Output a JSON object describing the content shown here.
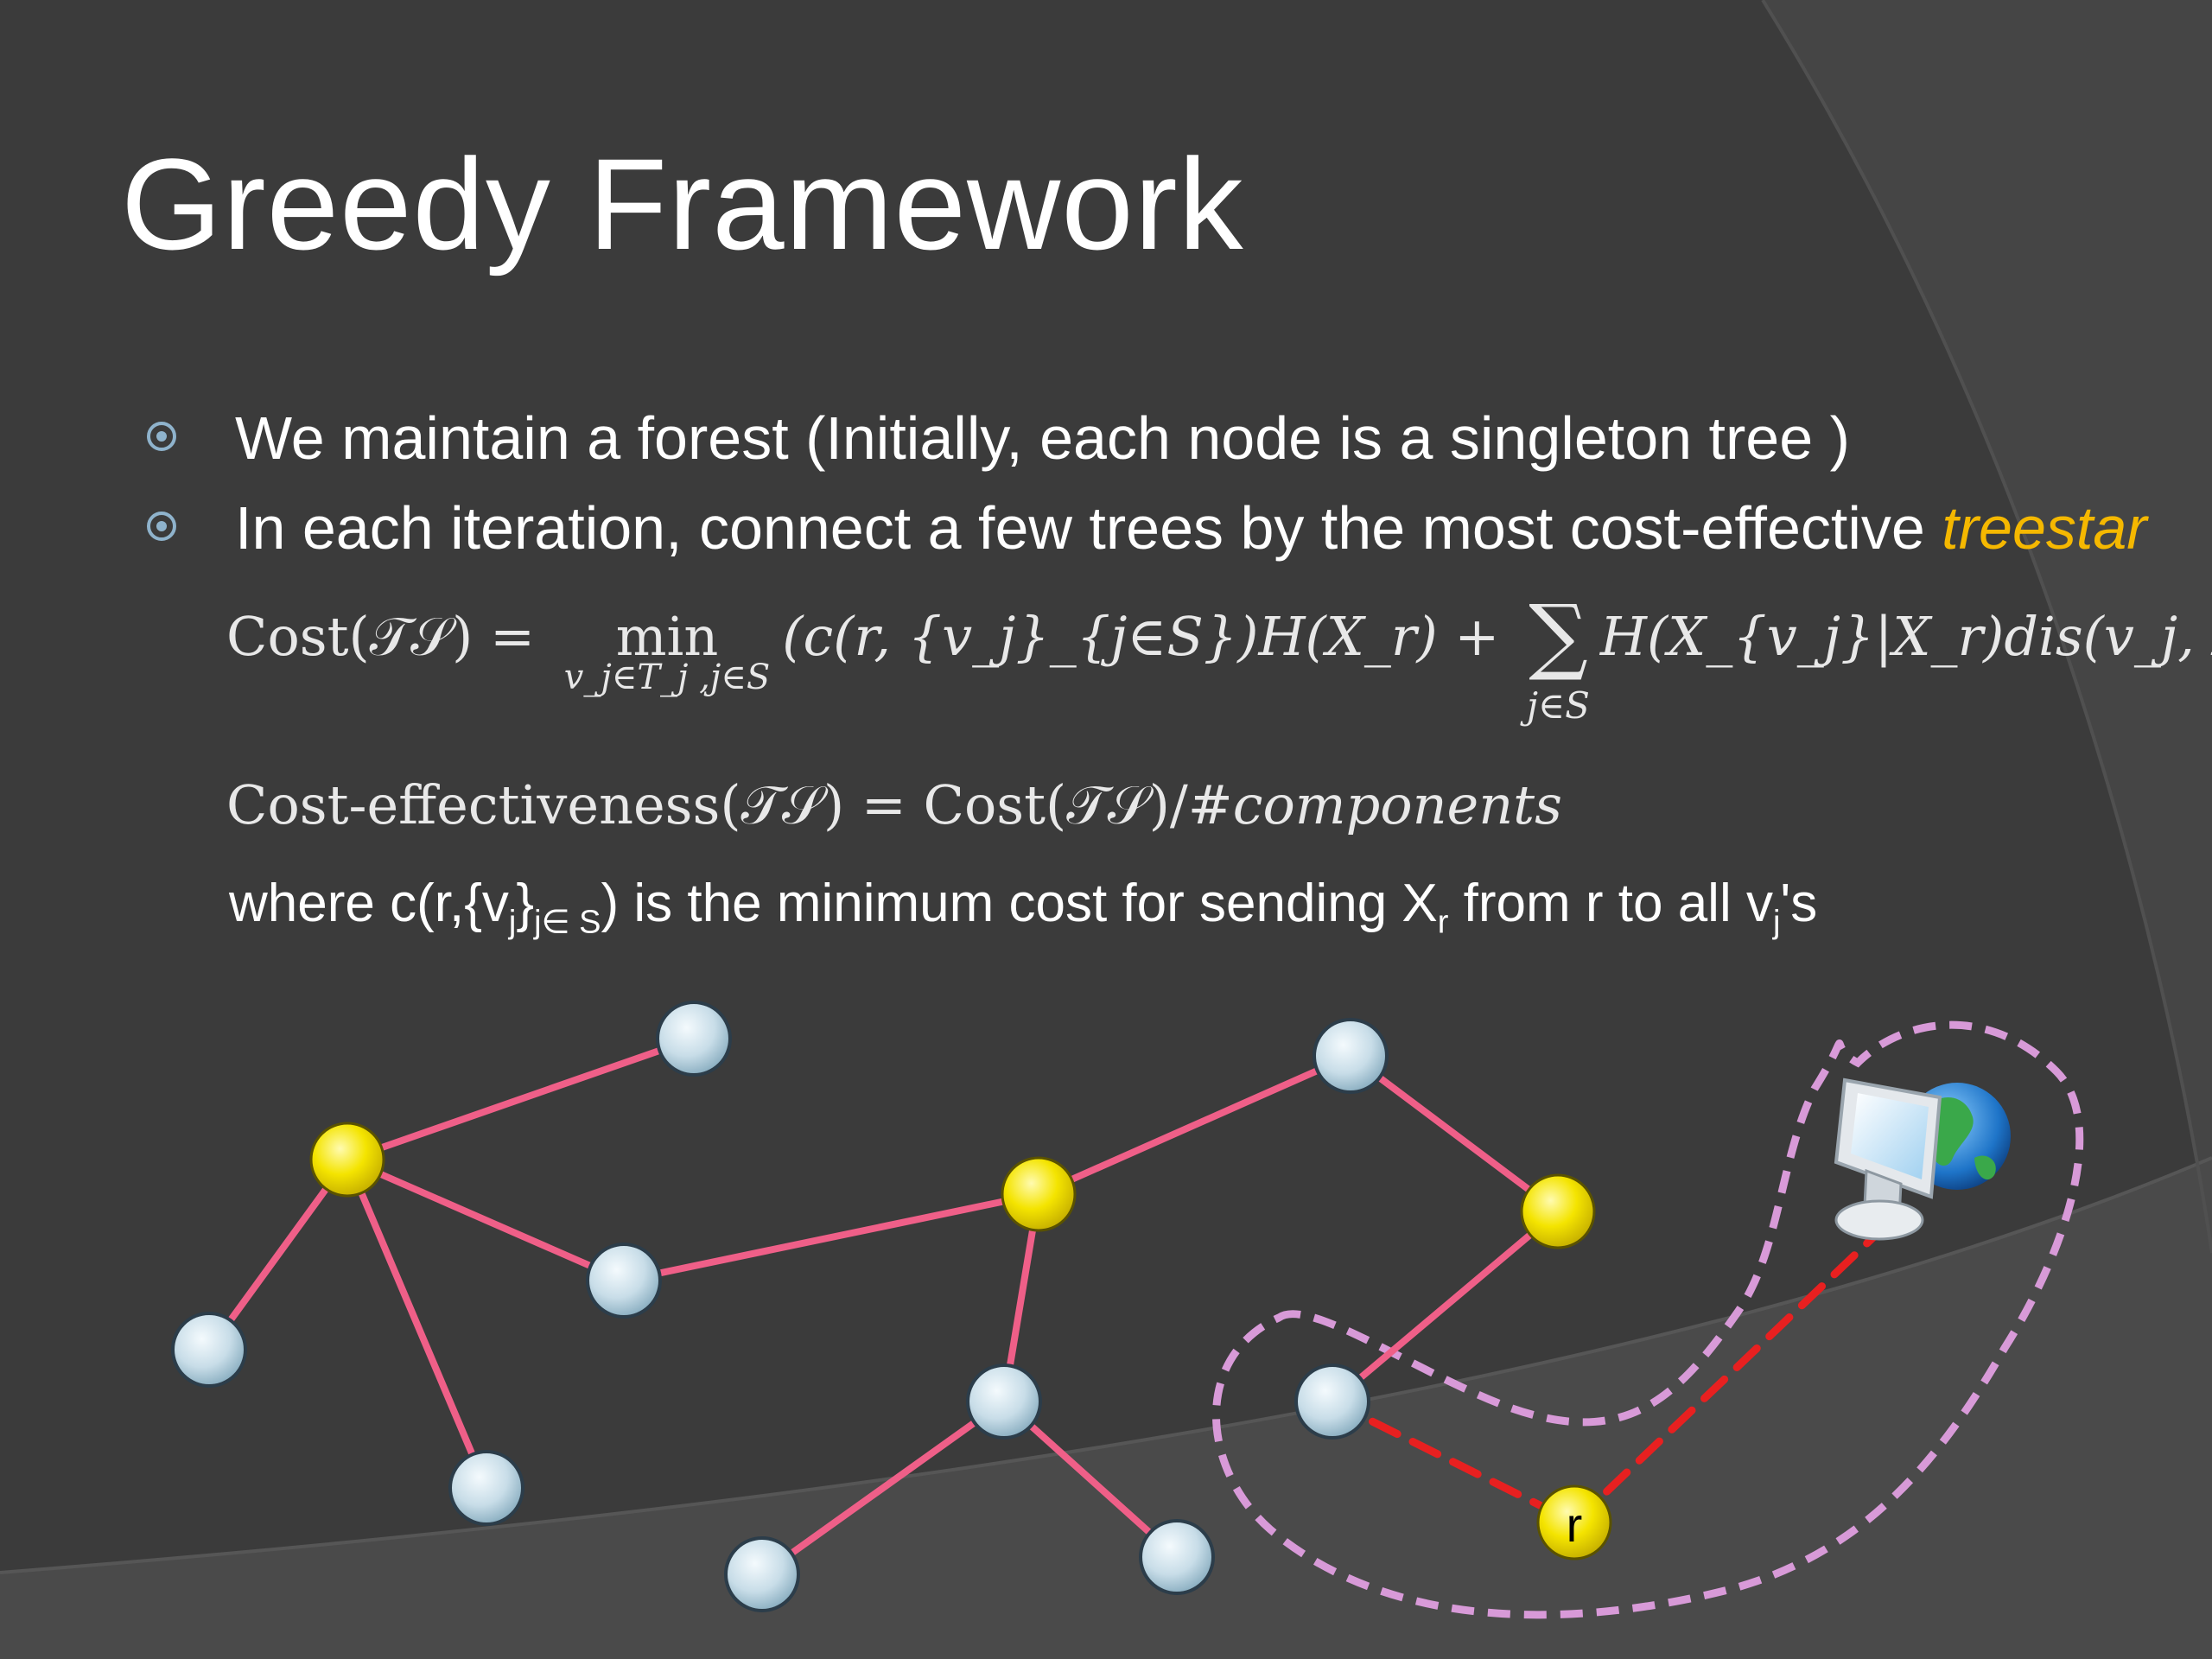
{
  "slide": {
    "title": "Greedy Framework",
    "bullets": [
      {
        "text": "We maintain a forest (Initially, each node is a singleton tree )"
      },
      {
        "text": "In each iteration, connect a few trees by the most cost-effective ",
        "highlight": "treestar"
      }
    ],
    "formula1": {
      "lhs": "Cost(𝒯𝒮) = ",
      "min_op": "min",
      "min_sub": "v_j∈T_j ,j∈S",
      "mid": "(c(r, {v_j}_{j∈S})H(X_r) + ",
      "sum_sub": "j∈S",
      "tail": "H(X_{v_j}|X_r)dis(v_j, BS))"
    },
    "formula2": {
      "text": "Cost-effectiveness(𝒯𝒮) = Cost(𝒯𝒮)/",
      "italic": "#components"
    },
    "where": {
      "p1": "where c(r,{v",
      "s1": "j",
      "p2": "}",
      "s2": "j∈ S",
      "p3": ") is the minimum cost for sending X",
      "s3": "r",
      "p4": " from r to all v",
      "s4": "j",
      "p5": "'s"
    },
    "root_label": "r",
    "colors": {
      "accent": "#f5b800",
      "edge": "#ef5f88",
      "dashed_edge": "#e82020",
      "dashed_outline": "#d89ad8",
      "node_yellow": "#f4e400",
      "node_blue": "#c8dde8",
      "background": "#3b3b3b"
    }
  }
}
